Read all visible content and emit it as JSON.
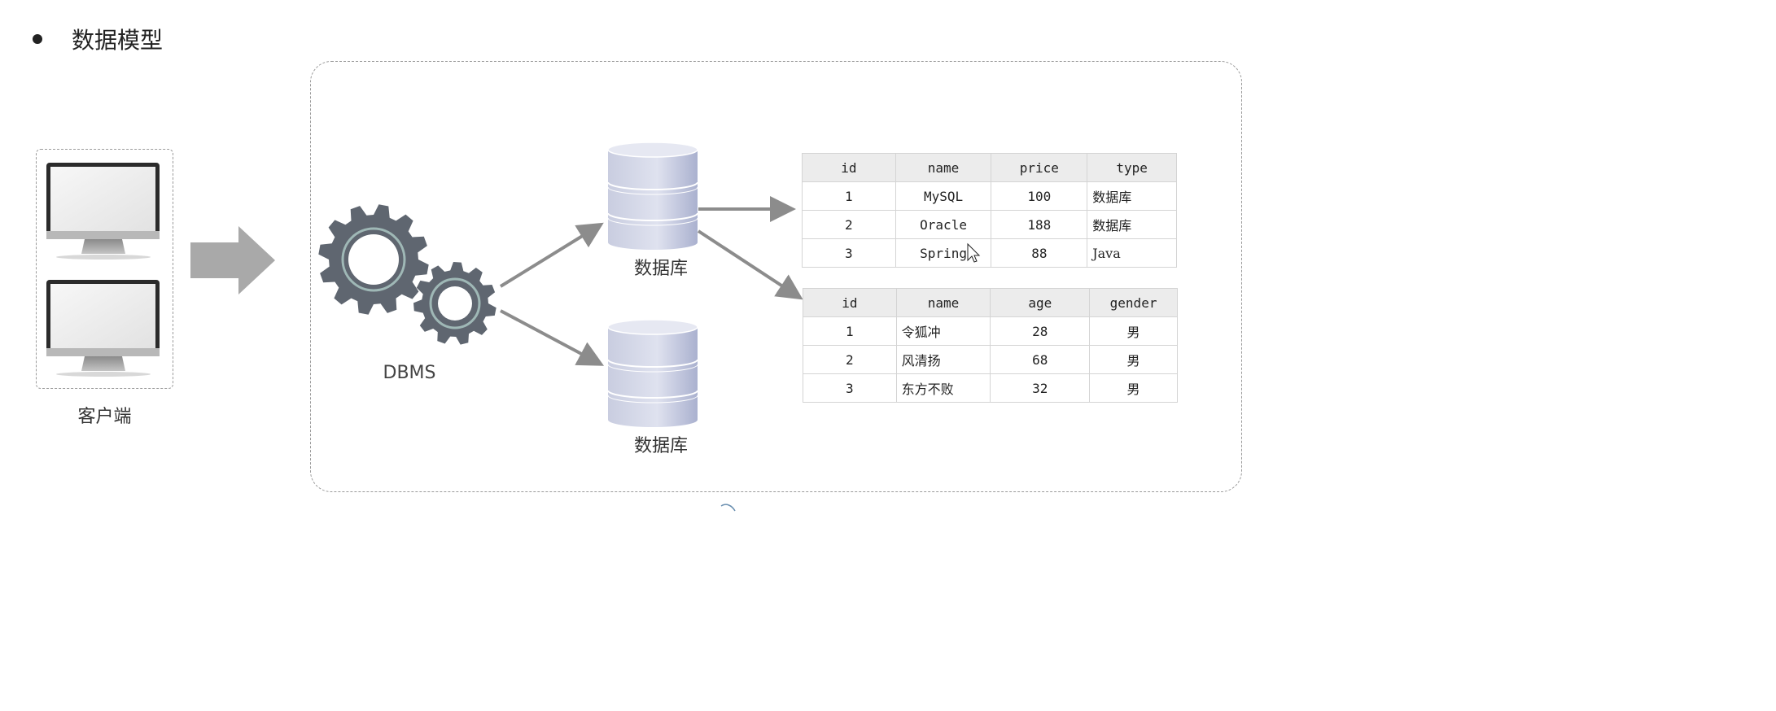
{
  "heading": {
    "text": "数据模型"
  },
  "client": {
    "label": "客户端"
  },
  "dbms": {
    "label": "DBMS"
  },
  "databases": [
    {
      "label": "数据库"
    },
    {
      "label": "数据库"
    }
  ],
  "tables": [
    {
      "columns": [
        "id",
        "name",
        "price",
        "type"
      ],
      "rows": [
        [
          "1",
          "MySQL",
          "100",
          "数据库"
        ],
        [
          "2",
          "Oracle",
          "188",
          "数据库"
        ],
        [
          "3",
          "Spring",
          "88",
          "Java"
        ]
      ]
    },
    {
      "columns": [
        "id",
        "name",
        "age",
        "gender"
      ],
      "rows": [
        [
          "1",
          "令狐冲",
          "28",
          "男"
        ],
        [
          "2",
          "风清扬",
          "68",
          "男"
        ],
        [
          "3",
          "东方不败",
          "32",
          "男"
        ]
      ]
    }
  ],
  "colors": {
    "gear": "#5f6670",
    "gear_ring": "#9fb8b6",
    "arrow": "#8c8c8c",
    "big_arrow": "#a9a9a9",
    "database": "#b9bfd8"
  },
  "icons": [
    "monitor-icon",
    "gear-icon",
    "database-icon",
    "arrow-icon",
    "cursor-icon"
  ]
}
